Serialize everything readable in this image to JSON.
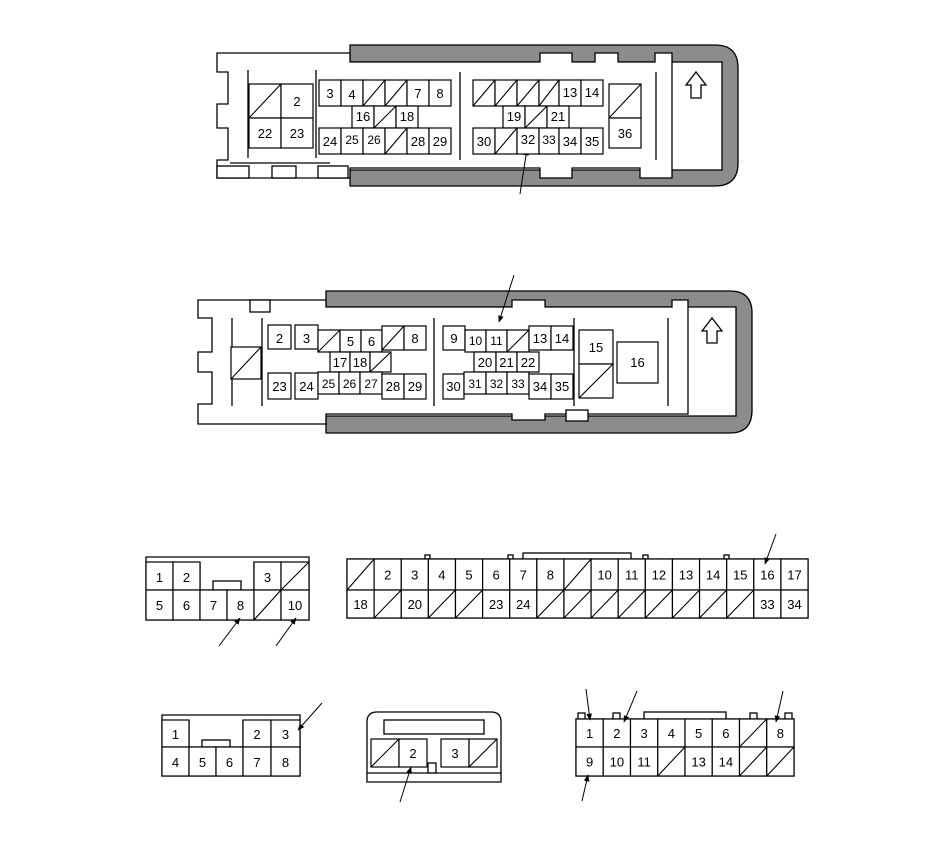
{
  "connector_a": {
    "row1": [
      "2",
      "3",
      "4",
      "7",
      "8",
      "13",
      "14"
    ],
    "row2": [
      "16",
      "18",
      "19",
      "21"
    ],
    "row3": [
      "22",
      "23",
      "24",
      "25",
      "26",
      "28",
      "29",
      "30",
      "32",
      "33",
      "34",
      "35",
      "36"
    ]
  },
  "connector_b": {
    "row1": [
      "2",
      "3",
      "5",
      "6",
      "8",
      "9",
      "10",
      "11",
      "13",
      "14",
      "15",
      "16"
    ],
    "row2": [
      "17",
      "18",
      "20",
      "21",
      "22"
    ],
    "row3": [
      "23",
      "24",
      "25",
      "26",
      "27",
      "28",
      "29",
      "30",
      "31",
      "32",
      "33",
      "34",
      "35"
    ]
  },
  "connector_c": {
    "row1": [
      "1",
      "2",
      "3"
    ],
    "row2": [
      "5",
      "6",
      "7",
      "8",
      "10"
    ]
  },
  "connector_d": {
    "row1": [
      "2",
      "3",
      "4",
      "5",
      "6",
      "7",
      "8",
      "10",
      "11",
      "12",
      "13",
      "14",
      "15",
      "16",
      "17"
    ],
    "row2": [
      "18",
      "20",
      "23",
      "24",
      "33",
      "34"
    ]
  },
  "connector_e": {
    "row1": [
      "1",
      "2",
      "3"
    ],
    "row2": [
      "4",
      "5",
      "6",
      "7",
      "8"
    ]
  },
  "connector_f": {
    "row1": [
      "2",
      "3"
    ]
  },
  "connector_g": {
    "row1": [
      "1",
      "2",
      "3",
      "4",
      "5",
      "6",
      "8"
    ],
    "row2": [
      "9",
      "10",
      "11",
      "13",
      "14"
    ]
  }
}
